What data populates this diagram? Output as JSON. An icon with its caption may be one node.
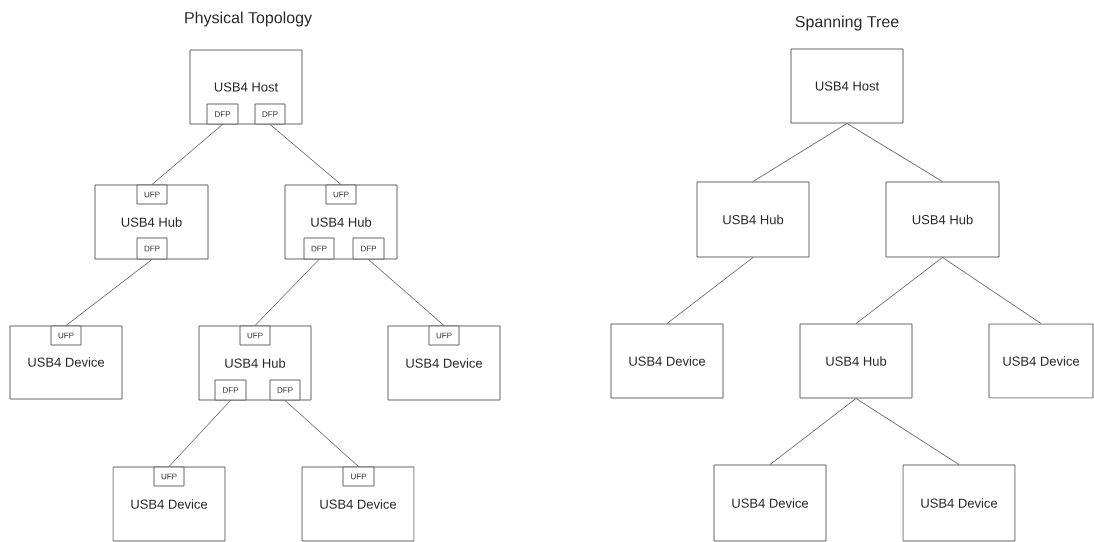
{
  "diagram": {
    "nodes": [
      {
        "text": [
          "USB4 Host"
        ]
      },
      {
        "text": [
          "DFP"
        ],
        "in": 0
      },
      {
        "text": [
          "DFP"
        ],
        "in": 0
      },
      {
        "text": [
          "USB4 Hub"
        ]
      },
      {
        "text": [
          "UFP"
        ],
        "in": 3
      },
      {
        "text": [
          "DFP"
        ],
        "in": 3
      },
      {
        "text": [
          "USB4 Hub"
        ]
      },
      {
        "text": [
          "UFP"
        ],
        "in": 6
      },
      {
        "text": [
          "DFP"
        ],
        "in": 6
      },
      {
        "text": [
          "DFP"
        ],
        "in": 6
      },
      {
        "text": [
          "USB4 Device"
        ]
      },
      {
        "text": [
          "UFP"
        ],
        "in": 10
      },
      {
        "text": [
          "USB4 Hub"
        ]
      },
      {
        "text": [
          "UFP"
        ],
        "in": 12
      },
      {
        "text": [
          "DFP"
        ],
        "in": 12
      },
      {
        "text": [
          "DFP"
        ],
        "in": 12
      },
      {
        "text": [
          "USB4 Device"
        ]
      },
      {
        "text": [
          "UFP"
        ],
        "in": 16
      },
      {
        "text": [
          "USB4 Device"
        ]
      },
      {
        "text": [
          "UFP"
        ],
        "in": 18
      },
      {
        "text": [
          "USB4 Device"
        ]
      },
      {
        "text": [
          "UFP"
        ],
        "in": 20
      },
      {
        "text": [
          "USB4 Host"
        ]
      },
      {
        "text": [
          "USB4 Hub"
        ]
      },
      {
        "text": [
          "USB4 Hub"
        ]
      },
      {
        "text": [
          "USB4 Device"
        ]
      },
      {
        "text": [
          "USB4 Hub"
        ]
      },
      {
        "text": [
          "USB4 Device"
        ]
      },
      {
        "text": [
          "USB4 Device"
        ]
      },
      {
        "text": [
          "USB4 Device"
        ]
      }
    ],
    "edges": [
      {
        "from": 1,
        "to": 4,
        "arrow": "none"
      },
      {
        "from": 2,
        "to": 7,
        "arrow": "none"
      },
      {
        "from": 5,
        "to": 11,
        "arrow": "none"
      },
      {
        "from": 8,
        "to": 13,
        "arrow": "none"
      },
      {
        "from": 9,
        "to": 17,
        "arrow": "none"
      },
      {
        "from": 14,
        "to": 19,
        "arrow": "none"
      },
      {
        "from": 15,
        "to": 21,
        "arrow": "none"
      },
      {
        "from": 22,
        "to": 23,
        "arrow": "none"
      },
      {
        "from": 22,
        "to": 24,
        "arrow": "none"
      },
      {
        "from": 23,
        "to": 25,
        "arrow": "none"
      },
      {
        "from": 24,
        "to": 26,
        "arrow": "none"
      },
      {
        "from": 24,
        "to": 27,
        "arrow": "none"
      },
      {
        "from": 26,
        "to": 28,
        "arrow": "none"
      },
      {
        "from": 26,
        "to": 29,
        "arrow": "none"
      }
    ],
    "labels": [
      "Physical Topology",
      "Spanning Tree"
    ]
  }
}
